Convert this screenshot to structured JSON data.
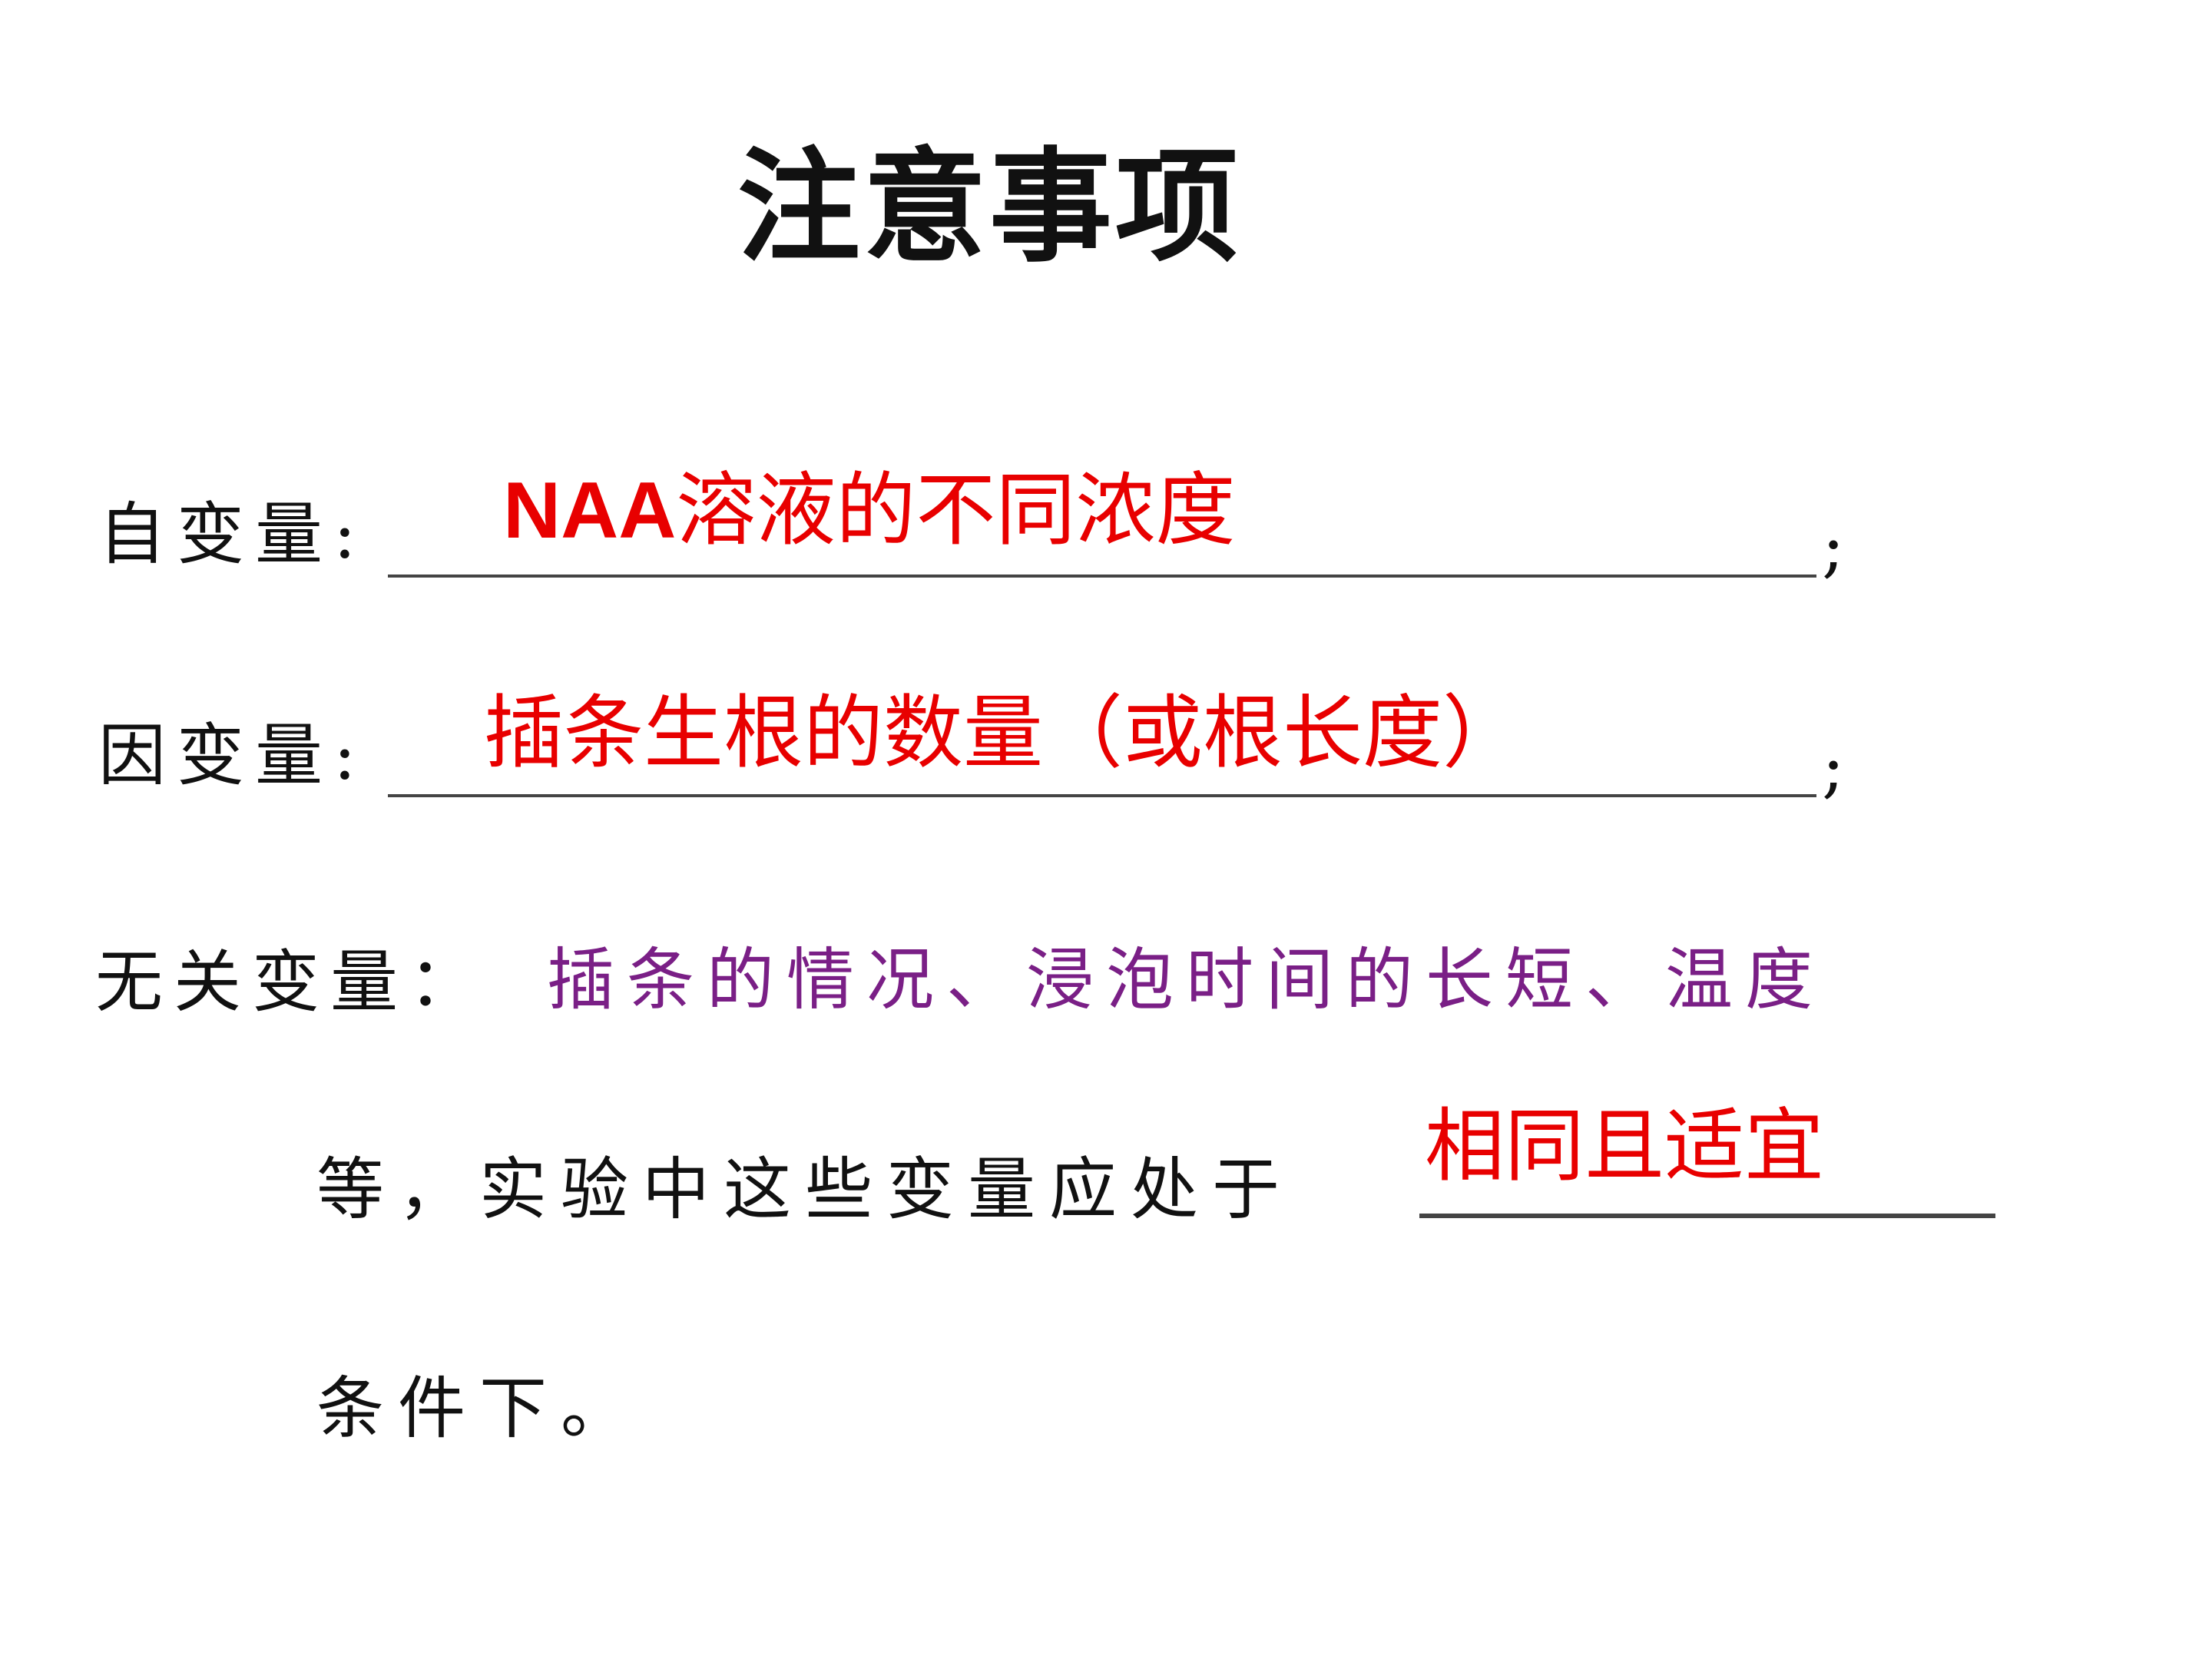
{
  "title": "注意事项",
  "independent": {
    "label": "自变量:",
    "answer_prefix": "NAA",
    "answer_rest": "溶液的不同浓度",
    "end": ";"
  },
  "dependent": {
    "label": "因变量:",
    "answer": "插条生根的数量（或根长度）",
    "end": ";"
  },
  "irrelevant": {
    "label": "无关变量：",
    "list": "插条的情况、浸泡时间的长短、温度",
    "line2_text": "等，实验中这些变量应处于",
    "answer": "相同且适宜",
    "line3_text": "条件下。"
  },
  "colors": {
    "answer_red": "#e80000",
    "list_purple": "#7a1f86",
    "text": "#111111"
  }
}
